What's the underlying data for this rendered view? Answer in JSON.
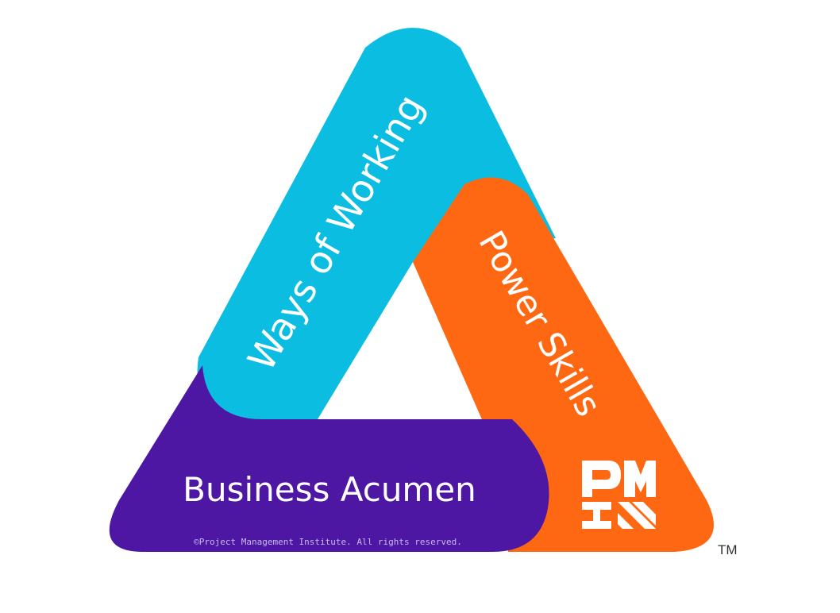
{
  "diagram": {
    "bands": [
      {
        "id": "ways",
        "label": "Ways of Working",
        "color": "#0bbde0"
      },
      {
        "id": "power",
        "label": "Power Skills",
        "color": "#fe6813"
      },
      {
        "id": "business",
        "label": "Business Acumen",
        "color": "#4d17a4"
      }
    ],
    "copyright": "©Project Management Institute. All rights reserved.",
    "logo": {
      "icon": "pmi-logo-icon"
    },
    "trademark": "TM"
  }
}
